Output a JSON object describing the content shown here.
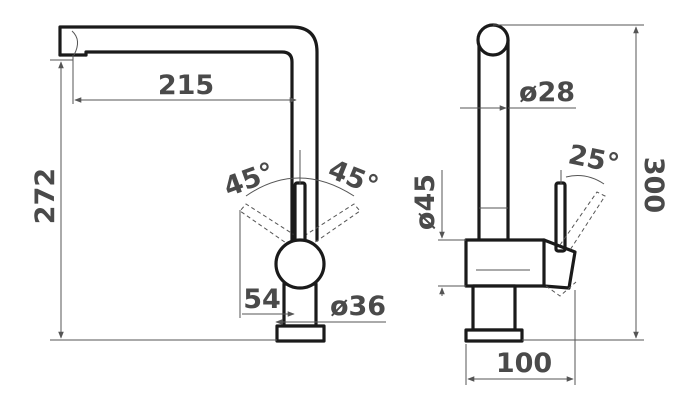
{
  "labels": {
    "spout_reach": "215",
    "height_left": "272",
    "lever_angle_left": "45°",
    "lever_angle_right": "45°",
    "base_width": "54",
    "body_diameter": "ø36",
    "spout_diameter": "ø28",
    "side_body_diameter": "ø45",
    "lever_tilt": "25°",
    "total_height": "300",
    "depth": "100"
  },
  "colors": {
    "outline": "#1a1a1a",
    "dimension": "#555555",
    "text": "#4a4a4a"
  }
}
